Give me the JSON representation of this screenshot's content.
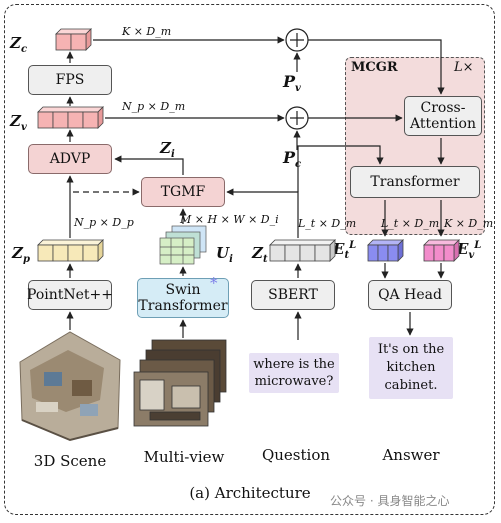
{
  "labels": {
    "zc": "Z_c",
    "fps": "FPS",
    "zv": "Z_v",
    "advp": "ADVP",
    "zp": "Z_p",
    "pointnet": "PointNet++",
    "zi": "Z_i",
    "tgmf": "TGMF",
    "swin_line1": "Swin",
    "swin_line2": "Transformer",
    "ui": "U_i",
    "star": "*",
    "zt": "Z_t",
    "sbert": "SBERT",
    "pv": "P_v",
    "pc": "P_c",
    "mcgr": "MCGR",
    "lx": "L×",
    "crossattn_line1": "Cross-",
    "crossattn_line2": "Attention",
    "transformer": "Transformer",
    "et": "E_t^L",
    "ev": "E_v^L",
    "qahead": "QA Head"
  },
  "dims": {
    "k_dm": "K × D_m",
    "np_dm": "N_p × D_m",
    "np_dp": "N_p × D_p",
    "mhwd": "M × H × W × D_i",
    "lt_dm": "L_t × D_m",
    "lt_dm2": "L_t × D_m",
    "k_dm2": "K × D_m"
  },
  "text": {
    "question": [
      "where is the",
      "microwave?"
    ],
    "answer": [
      "It's on the",
      "kitchen",
      "cabinet."
    ]
  },
  "captions": {
    "scene": "3D Scene",
    "multiview": "Multi-view",
    "question": "Question",
    "answer": "Answer",
    "title": "(a) Architecture"
  },
  "watermark": "公众号 · 具身智能之心",
  "colors": {
    "pink": "#f4d3d3",
    "blue": "#d5ecf6",
    "lavender": "#e7e1f4",
    "token_pink": "#f6b3b3",
    "token_blue": "#8a8cf0",
    "token_magenta": "#f28ccb",
    "token_gray": "#e4e4e4",
    "token_yellow": "#f7e9b9",
    "token_green": "#d6efc6"
  }
}
